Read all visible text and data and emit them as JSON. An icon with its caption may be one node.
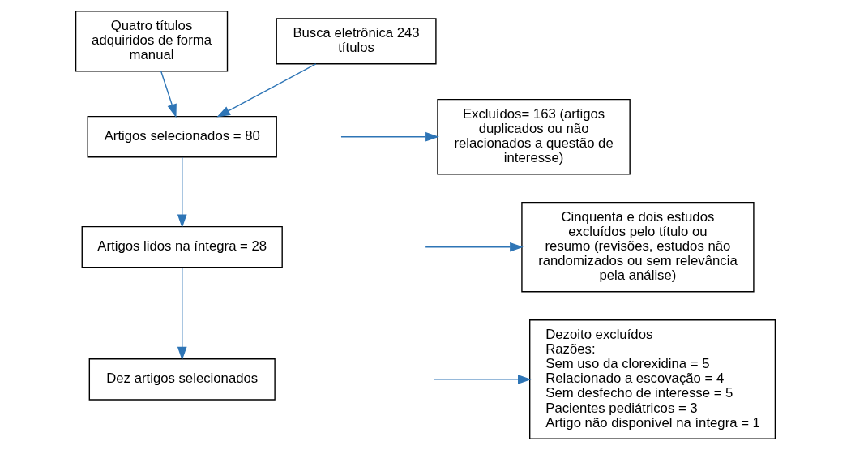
{
  "diagram": {
    "nodes": [
      {
        "text": [
          "Busca eletrônica 243 títulos"
        ]
      },
      {
        "text": [
          "Quatro títulos adquiridos de forma manual"
        ]
      },
      {
        "text": [
          "Excluídos= 163 (artigos duplicados ou não relacionados a questão de interesse)"
        ]
      },
      {
        "text": [
          "Artigos selecionados = 80"
        ]
      },
      {
        "text": [
          "Cinquenta e dois estudos excluídos pelo título ou resumo (revisões, estudos não randomizados ou sem relevância pela análise)"
        ]
      },
      {
        "text": [
          "Artigos lidos na íntegra = 28"
        ]
      },
      {
        "text": [
          "Dezoito excluídos",
          "Razões:",
          "Sem uso da clorexidina = 5",
          "Relacionado a escovação = 4",
          "Sem desfecho de interesse = 5",
          "Pacientes pediátricos = 3",
          "Artigo não disponível na íntegra = 1"
        ]
      },
      {
        "text": [
          "Dez artigos selecionados"
        ]
      }
    ],
    "edges": [
      {
        "from": 0,
        "to": 3,
        "arrow": "to"
      },
      {
        "from": 1,
        "to": 3,
        "arrow": "to"
      },
      {
        "from": null,
        "to": 2,
        "arrow": "to"
      },
      {
        "from": 3,
        "to": 5,
        "arrow": "to"
      },
      {
        "from": null,
        "to": 4,
        "arrow": "to"
      },
      {
        "from": 5,
        "to": 7,
        "arrow": "to"
      },
      {
        "from": null,
        "to": 6,
        "arrow": "to"
      }
    ]
  }
}
